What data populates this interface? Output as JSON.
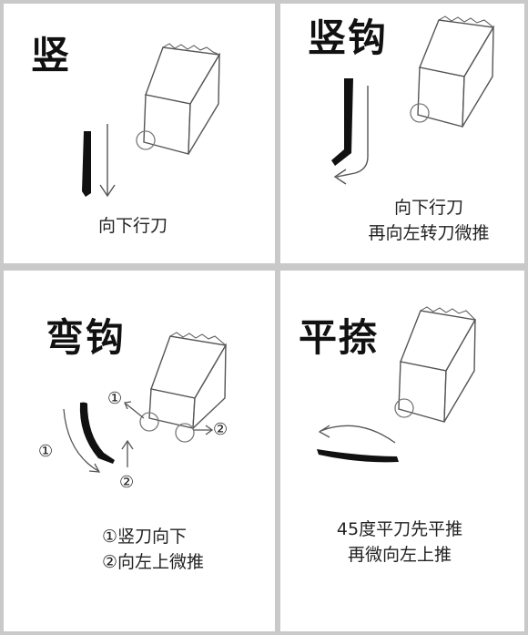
{
  "panels": {
    "vertical": {
      "title": "竖",
      "caption": "向下行刀"
    },
    "vertical_hook": {
      "title": "竖钩",
      "caption_lines": [
        "向下行刀",
        "再向左转刀微推"
      ]
    },
    "curved_hook": {
      "title": "弯钩",
      "marker_1": "①",
      "marker_2": "②",
      "caption_lines": [
        "①竖刀向下",
        "②向左上微推"
      ]
    },
    "flat_sweep": {
      "title": "平捺",
      "caption_lines": [
        "45度平刀先平推",
        "再微向左上推"
      ]
    }
  }
}
